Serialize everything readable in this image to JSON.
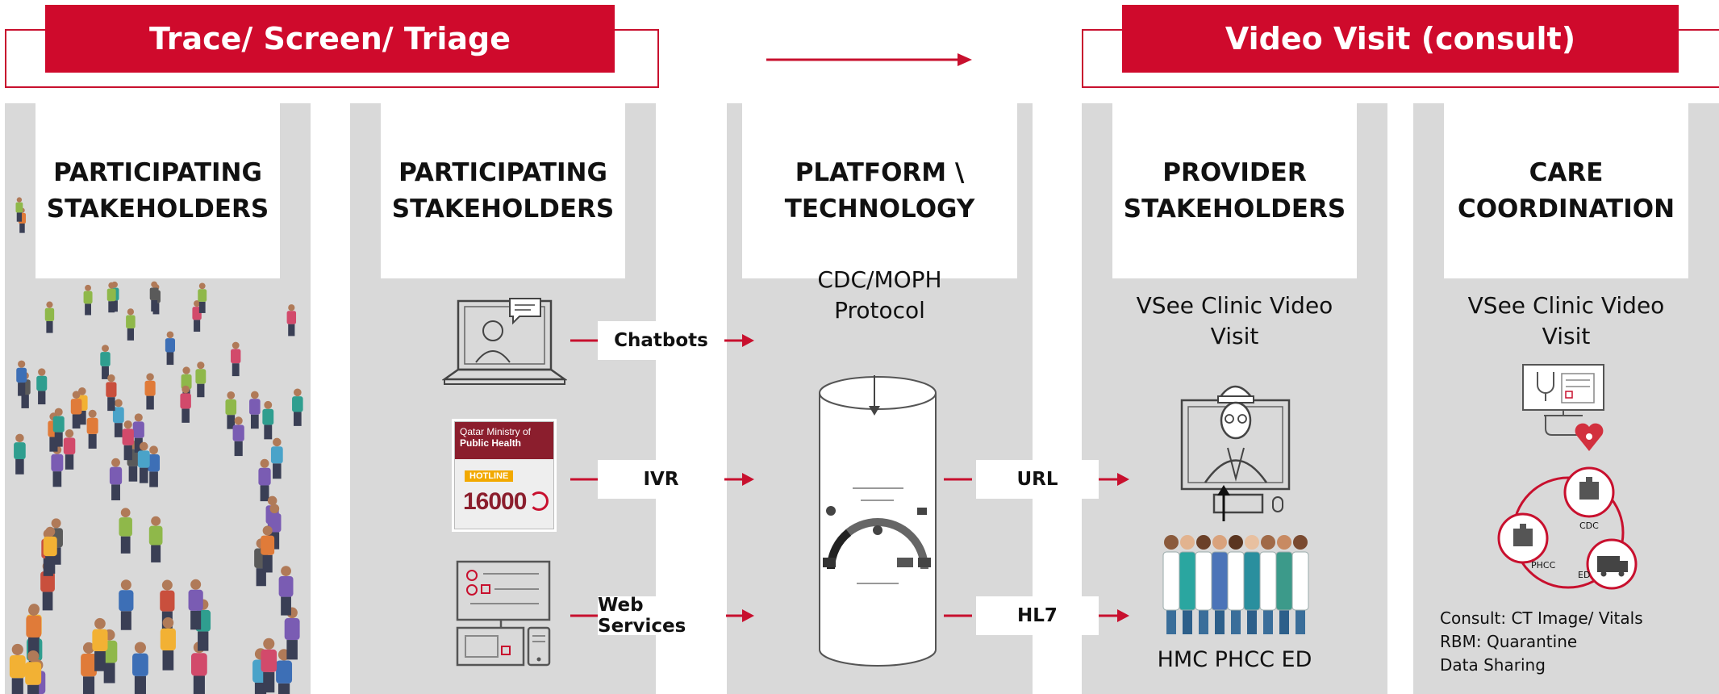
{
  "banners": {
    "left_title": "Trace/ Screen/ Triage",
    "right_title": "Video Visit (consult)"
  },
  "columns": [
    {
      "header": "PARTICIPATING\nSTAKEHOLDERS"
    },
    {
      "header": "PARTICIPATING\nSTAKEHOLDERS"
    },
    {
      "header": "PLATFORM \\\nTECHNOLOGY",
      "subtitle": "CDC/MOPH\nProtocol"
    },
    {
      "header": "PROVIDER\nSTAKEHOLDERS",
      "subtitle": "VSee Clinic Video\nVisit",
      "caption": "HMC PHCC ED"
    },
    {
      "header": "CARE\nCOORDINATION",
      "subtitle": "VSee Clinic Video\nVisit"
    }
  ],
  "channels": {
    "chatbots": "Chatbots",
    "ivr": "IVR",
    "web_services": "Web Services"
  },
  "integration": {
    "url": "URL",
    "hl7": "HL7"
  },
  "hotline_card": {
    "org_line1": "Qatar Ministry of",
    "org_line2": "Public Health",
    "hotline_label": "HOTLINE",
    "number": "16000"
  },
  "network": {
    "cdc": "CDC",
    "phcc": "PHCC",
    "ed": "ED"
  },
  "notes": [
    "Consult: CT Image/ Vitals",
    "RBM: Quarantine",
    "Data Sharing"
  ],
  "colors": {
    "brand_red": "#cf0a2c",
    "panel_gray": "#d9d9d9"
  }
}
